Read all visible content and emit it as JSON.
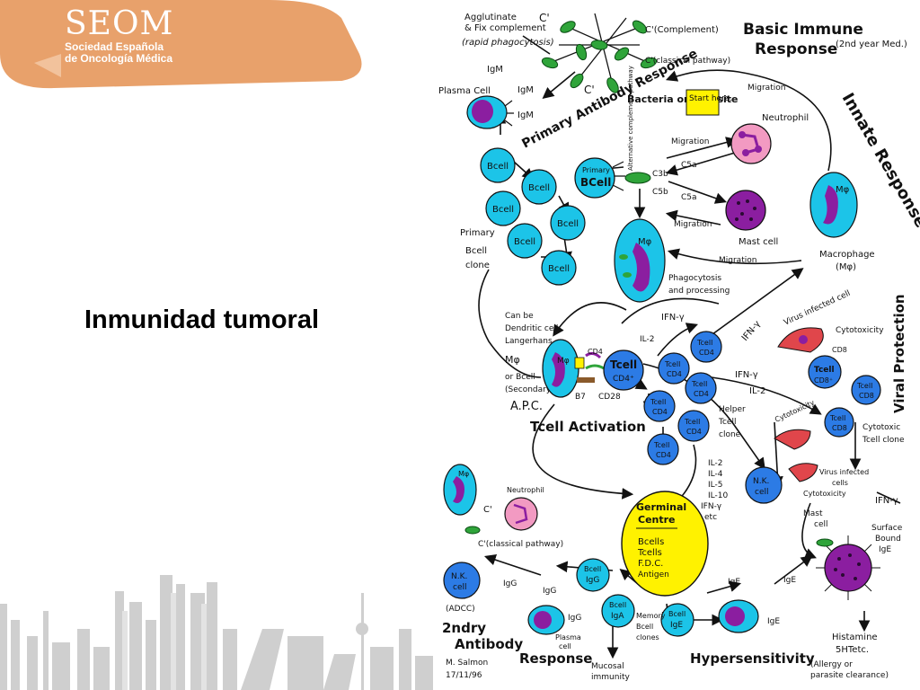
{
  "logo": {
    "name": "SEOM",
    "line1": "Sociedad Española",
    "line2": "de Oncología Médica"
  },
  "slide": {
    "title": "Inmunidad tumoral"
  },
  "colors": {
    "orange": "#E8A16B",
    "cyan": "#1CC4E8",
    "blue": "#2C7BE5",
    "purple": "#8B1EA0",
    "yellow": "#FFF200",
    "green": "#2FA43A",
    "pink": "#F29AC2",
    "red": "#E0464B",
    "skyline": "#C9C9C9"
  },
  "diagram": {
    "title1": "Basic Immune",
    "title2": "Response",
    "title_note": "(2nd year Med.)",
    "innate": "Innate Response",
    "viral": "Viral Protection",
    "primary_ab": "Primary Antibody Response",
    "tcell_activation": "Tcell Activation",
    "secondary_ab": "2ndry Antibody Response",
    "hypersens": "Hypersensitivity",
    "agglut": "Agglutinate",
    "fix_comp": "& Fix complement",
    "rapid_phago": "(rapid phagocytosis)",
    "c_label": "C'",
    "complement": "C'(Complement)",
    "classical": "C'(classical pathway)",
    "igm": "IgM",
    "plasma_cell": "Plasma Cell",
    "bacteria": "Bacteria or parasite",
    "start": "Start here.",
    "neutrophil": "Neutrophil",
    "migration": "Migration",
    "c5a": "C5a",
    "c3b": "C3b",
    "c5b": "C5b",
    "mast_cell": "Mast cell",
    "macrophage": "Macrophage",
    "macrophage_sym": "(Mφ)",
    "m_phi": "Mφ",
    "alt_path": "Alternative complement pathway",
    "bcell": "Bcell",
    "primary_bcell": "Primary BCell",
    "primary_clone": "Primary Bcell clone",
    "phago": "Phagocytosis and processing",
    "apc_lines": [
      "Can be",
      "Dendritic cell",
      "Langerhans",
      "Mφ",
      "or Bcell",
      "(Secondary)"
    ],
    "apc": "A.P.C.",
    "cd4": "CD4",
    "cd4plus": "CD4⁺",
    "cd8": "CD8",
    "cd8plus": "CD8⁺",
    "tcell": "Tcell",
    "b7": "B7",
    "cd28": "CD28",
    "il2": "IL-2",
    "ifny": "IFN-γ",
    "helper_clone": "Helper Tcell clone",
    "virus_infected": "Virus infected cell",
    "virus_infected_cells": "Virus infected cells",
    "cytotoxicity": "Cytotoxicity",
    "cyto_clone": "Cytotoxic Tcell clone",
    "nk_cell": "N.K. cell",
    "cytokines": [
      "IL-2",
      "IL-4",
      "IL-5",
      "IL-10",
      "IFN-γ",
      "etc"
    ],
    "germinal1": "Germinal",
    "germinal2": "Centre",
    "gc_lines": [
      "Bcells",
      "Tcells",
      "F.D.C.",
      "Antigen"
    ],
    "adcc": "(ADCC)",
    "igg": "IgG",
    "ige": "IgE",
    "iga": "IgA",
    "memory": "Memory Bcell clones",
    "mucosal": "Mucosal immunity",
    "mast_cell2": "Mast cell",
    "surface_bound": "Surface Bound IgE",
    "histamine": "Histamine",
    "shtetc": "5HTetc.",
    "allergy": "(Allergy or parasite clearance)",
    "author": "M. Salmon",
    "date": "17/11/96"
  }
}
